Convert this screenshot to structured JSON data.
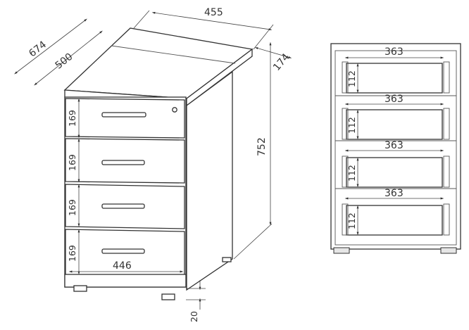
{
  "dimensions": {
    "width_top": "455",
    "depth_total": "674",
    "depth_body": "500",
    "top_overhang": "174",
    "height_total": "752",
    "drawer_front_height": "169",
    "inner_width": "446",
    "plinth_height": "20",
    "drawer_inner_width": "363",
    "drawer_inner_height": "112"
  },
  "drawers_count": 4,
  "colors": {
    "line": "#333333",
    "fill": "#ffffff",
    "accent": "#e6e6e6"
  }
}
